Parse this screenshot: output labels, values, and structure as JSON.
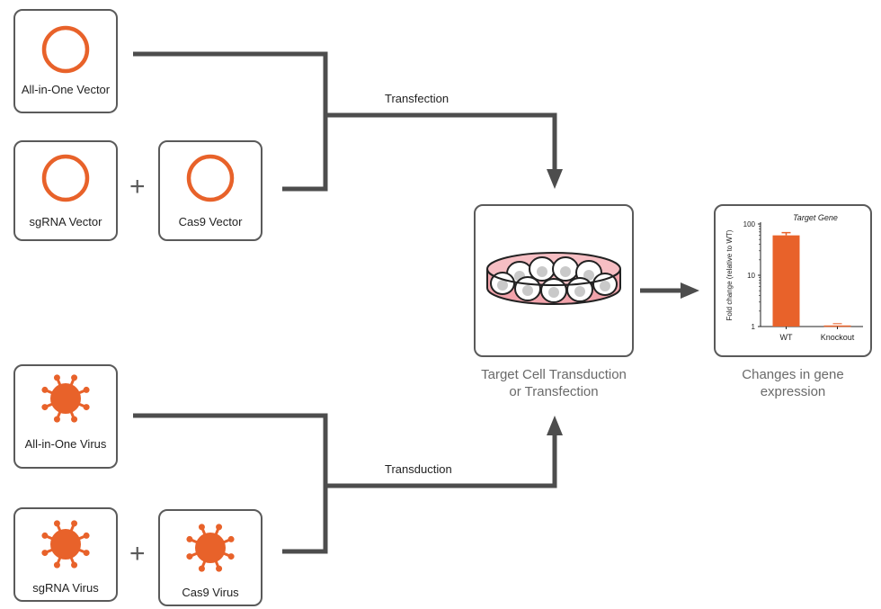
{
  "inputs": {
    "all_in_one_vector": "All-in-One Vector",
    "sgrna_vector": "sgRNA Vector",
    "cas9_vector": "Cas9 Vector",
    "all_in_one_virus": "All-in-One Virus",
    "sgrna_virus": "sgRNA Virus",
    "cas9_virus": "Cas9 Virus",
    "plus": "+"
  },
  "arrows": {
    "transfection": "Transfection",
    "transduction": "Transduction"
  },
  "target": {
    "caption_line1": "Target Cell Transduction",
    "caption_line2": "or Transfection"
  },
  "result": {
    "caption_line1": "Changes in gene",
    "caption_line2": "expression"
  },
  "colors": {
    "accent": "#E8622A",
    "line": "#4D4D4D",
    "dish": "#F2A3AB"
  },
  "icons": {
    "vector": "circle-plasmid-icon",
    "virus": "virus-icon",
    "dish": "cell-culture-dish-icon"
  },
  "chart_data": {
    "type": "bar",
    "title": "Target Gene",
    "ylabel": "Fold change (relative to WT)",
    "xlabel": "",
    "categories": [
      "WT",
      "Knockout"
    ],
    "values": [
      60,
      1.05
    ],
    "yscale": "log",
    "ylim": [
      1,
      100
    ],
    "yticks": [
      1,
      10,
      100
    ],
    "error_bar_on": "WT"
  }
}
